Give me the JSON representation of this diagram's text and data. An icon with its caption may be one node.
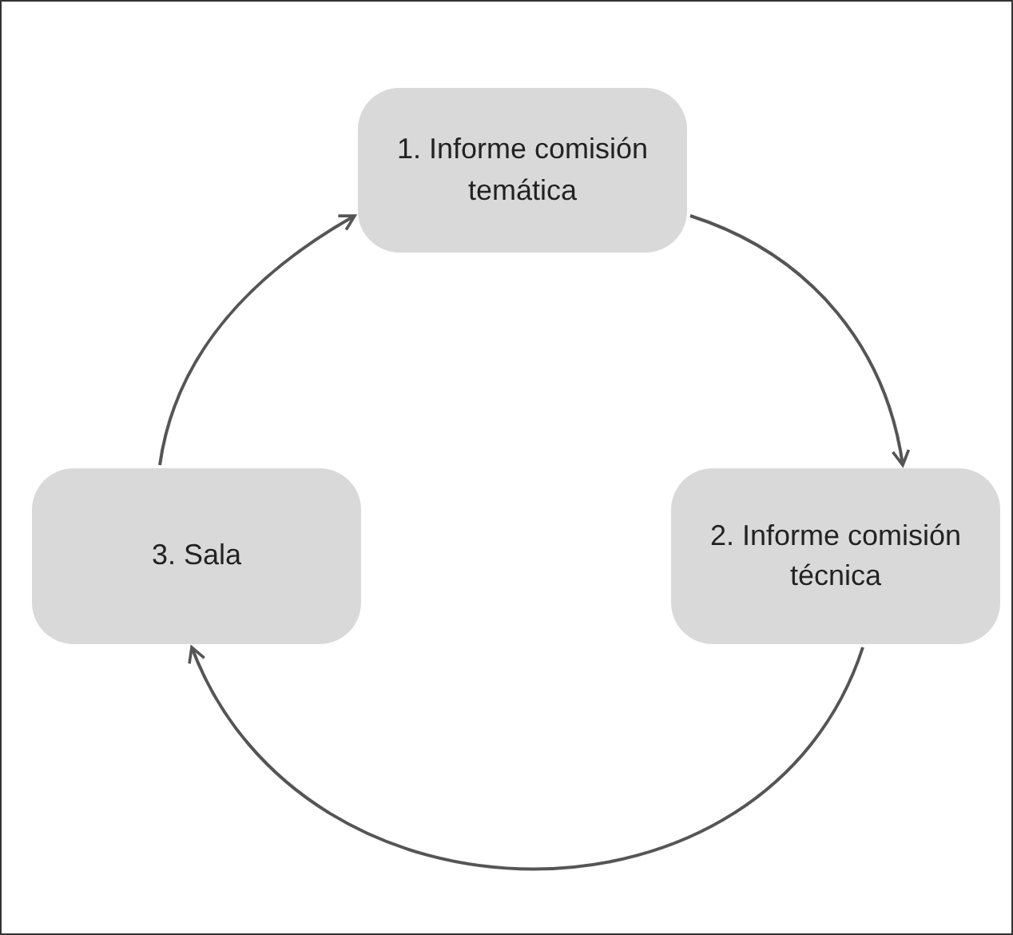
{
  "diagram": {
    "nodes": [
      {
        "text": [
          "1. Informe comisión temática"
        ]
      },
      {
        "text": [
          "2. Informe comisión técnica"
        ]
      },
      {
        "text": [
          "3. Sala"
        ]
      }
    ],
    "edges": [
      {
        "from": 0,
        "to": 1,
        "arrow": "to"
      },
      {
        "from": 1,
        "to": 2,
        "arrow": "to"
      },
      {
        "from": 2,
        "to": 0,
        "arrow": "to"
      }
    ]
  }
}
